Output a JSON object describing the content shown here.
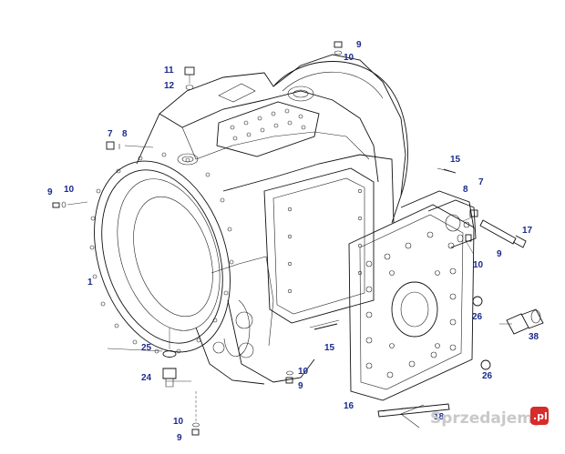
{
  "callouts": [
    {
      "id": "c-9-top",
      "text": "9"
    },
    {
      "id": "c-10-top",
      "text": "10"
    },
    {
      "id": "c-11",
      "text": "11"
    },
    {
      "id": "c-12",
      "text": "12"
    },
    {
      "id": "c-7-left",
      "text": "7"
    },
    {
      "id": "c-8-left",
      "text": "8"
    },
    {
      "id": "c-9-left",
      "text": "9"
    },
    {
      "id": "c-10-left",
      "text": "10"
    },
    {
      "id": "c-1",
      "text": "1"
    },
    {
      "id": "c-15-top",
      "text": "15"
    },
    {
      "id": "c-7-right",
      "text": "7"
    },
    {
      "id": "c-8-right",
      "text": "8"
    },
    {
      "id": "c-17",
      "text": "17"
    },
    {
      "id": "c-9-right",
      "text": "9"
    },
    {
      "id": "c-10-right",
      "text": "10"
    },
    {
      "id": "c-26-upper",
      "text": "26"
    },
    {
      "id": "c-38",
      "text": "38"
    },
    {
      "id": "c-26-lower",
      "text": "26"
    },
    {
      "id": "c-15-bottom",
      "text": "15"
    },
    {
      "id": "c-25",
      "text": "25"
    },
    {
      "id": "c-24",
      "text": "24"
    },
    {
      "id": "c-10-mid",
      "text": "10"
    },
    {
      "id": "c-9-mid",
      "text": "9"
    },
    {
      "id": "c-16",
      "text": "16"
    },
    {
      "id": "c-18",
      "text": "18"
    },
    {
      "id": "c-10-bottom",
      "text": "10"
    },
    {
      "id": "c-9-bottom",
      "text": "9"
    }
  ],
  "watermark": {
    "brand": "Sprzedajemy",
    "badge": ".pl",
    "badge_color": "#d62c2c",
    "text_color": "#c9c9c9"
  },
  "callout_color": "#1a2a8c"
}
